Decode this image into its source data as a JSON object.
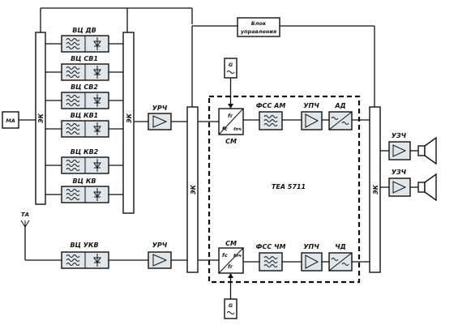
{
  "labels": {
    "mic": "МА",
    "antenna": "ТА",
    "switch": "ЭК",
    "control_block_line1": "Блок",
    "control_block_line2": "управления",
    "osc": "G",
    "tea": "TEA 5711",
    "rf_amp": "УРЧ",
    "mixer": "СМ",
    "filter_am": "ФСС АМ",
    "filter_fm": "ФСС ЧМ",
    "if_amp": "УПЧ",
    "det_am": "АД",
    "det_fm": "ЧД",
    "af_amp": "УЗЧ",
    "fc": "fс",
    "fr": "fг",
    "fpch": "fпч"
  },
  "inputs": [
    {
      "label": "ВЦ ДВ"
    },
    {
      "label": "ВЦ СВ1"
    },
    {
      "label": "ВЦ СВ2"
    },
    {
      "label": "ВЦ КВ1"
    },
    {
      "label": "ВЦ КВ2"
    },
    {
      "label": "ВЦ КВ"
    },
    {
      "label": "ВЦ УКВ"
    }
  ]
}
